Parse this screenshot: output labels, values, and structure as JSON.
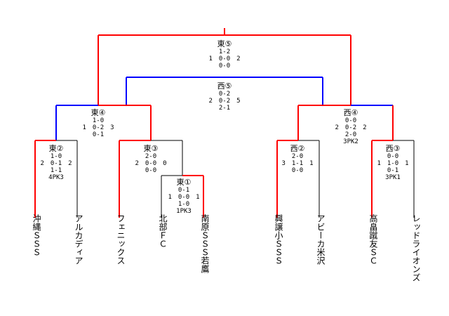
{
  "colors": {
    "winner": "#ff0000",
    "loser": "#0000ff",
    "neutral": "#000000"
  },
  "matches": {
    "final_east": {
      "title": "東⑤",
      "lines": [
        "1-2",
        "1　0-0　2",
        "0-0"
      ]
    },
    "final_west": {
      "title": "西⑤",
      "lines": [
        "0-2",
        "2　0-2　5",
        "2-1"
      ]
    },
    "semi_east": {
      "title": "東④",
      "lines": [
        "1-0",
        "1　0-2　3",
        "0-1"
      ]
    },
    "semi_west": {
      "title": "西④",
      "lines": [
        "0-0",
        "2　0-2　2",
        "2-0",
        "3PK2"
      ]
    },
    "east2": {
      "title": "東②",
      "lines": [
        "1-0",
        "2　0-1　2",
        "1-1",
        "4PK3"
      ]
    },
    "east3": {
      "title": "東③",
      "lines": [
        "2-0",
        "2　0-0　0",
        "0-0"
      ]
    },
    "east1": {
      "title": "東①",
      "lines": [
        "0-1",
        "1　0-0　1",
        "1-0",
        "1PK3"
      ]
    },
    "west2": {
      "title": "西②",
      "lines": [
        "2-0",
        "3　1-1　1",
        "0-0"
      ]
    },
    "west3": {
      "title": "西③",
      "lines": [
        "0-0",
        "1　1-0　1",
        "0-1",
        "3PK1"
      ]
    }
  },
  "teams": [
    "沖縄ＳＳＳ",
    "アルカディア",
    "フェニックス",
    "北部ＦＣ",
    "南原ＳＳＳ若鷹",
    "興譲小ＳＳＳ",
    "アビーカ米沢",
    "高畠蹴友ＳＣ",
    "レッドライオンズ"
  ]
}
